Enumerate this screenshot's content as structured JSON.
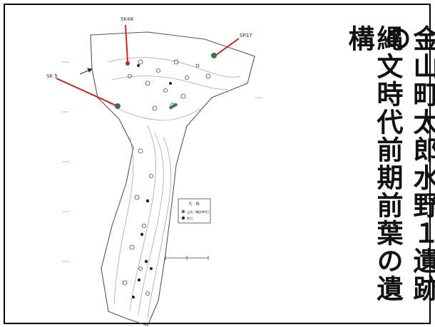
{
  "title": {
    "line1": "金山町太郎水野１遺跡の",
    "line2": "縄文時代前期前葉の遺構"
  },
  "map": {
    "callouts": {
      "sk48": "SK48",
      "sp37": "SP37",
      "sk5": "SK 5"
    },
    "legend": {
      "title": "凡　例",
      "item1": "土坑（縄文時代）",
      "item2": "柱穴"
    },
    "colors": {
      "callout_line": "#cc2222",
      "feature_marker": "#2e7d4f",
      "map_ink": "#555555"
    }
  }
}
